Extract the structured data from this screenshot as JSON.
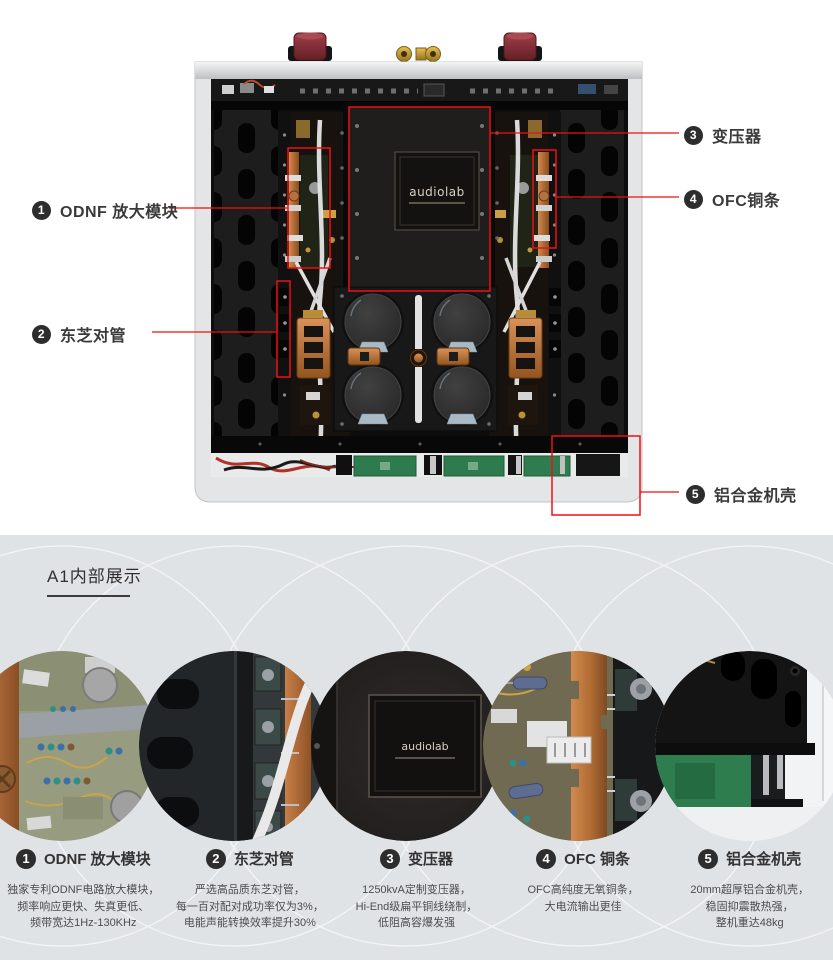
{
  "colors": {
    "accent_red": "#ec1115",
    "bottom_background": "#e0e3e6",
    "badge_black": "#2d2d2d"
  },
  "device": {
    "brand": "audiolab"
  },
  "top_callouts": [
    {
      "num": "1",
      "label": "ODNF 放大模块"
    },
    {
      "num": "2",
      "label": "东芝对管"
    },
    {
      "num": "3",
      "label": "变压器"
    },
    {
      "num": "4",
      "label": "OFC铜条"
    },
    {
      "num": "5",
      "label": "铝合金机壳"
    }
  ],
  "bottom": {
    "heading": "A1内部展示",
    "features": [
      {
        "num": "1",
        "title": "ODNF 放大模块",
        "lines": [
          "独家专利ODNF电路放大模块，",
          "频率响应更快、失真更低、",
          "频带宽达1Hz-130KHz"
        ]
      },
      {
        "num": "2",
        "title": "东芝对管",
        "lines": [
          "严选高品质东芝对管，",
          "每一百对配对成功率仅为3%，",
          "电能声能转换效率提升30%"
        ]
      },
      {
        "num": "3",
        "title": "变压器",
        "lines": [
          "1250kvA定制变压器，",
          "Hi-End级扁平铜线绕制，",
          "低阻高容爆发强"
        ]
      },
      {
        "num": "4",
        "title": "OFC 铜条",
        "lines": [
          "OFC高纯度无氧铜条，",
          "大电流输出更佳"
        ]
      },
      {
        "num": "5",
        "title": "铝合金机壳",
        "lines": [
          "20mm超厚铝合金机壳，",
          "稳固抑震散热强，",
          "整机重达48kg"
        ]
      }
    ]
  }
}
